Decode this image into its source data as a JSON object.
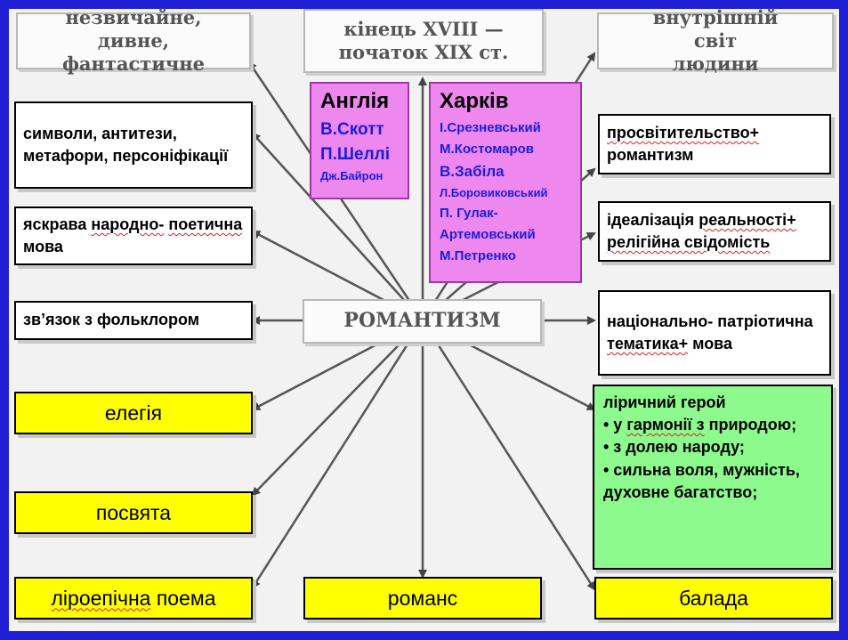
{
  "top": {
    "left": "незвичайне, дивне, фантастичне",
    "center": "кінець XVIII — початок XIX ст.",
    "right": "внутрішній світ людини"
  },
  "center": "РОМАНТИЗМ",
  "england": {
    "title": "Англія",
    "names": [
      "В.Скотт",
      "П.Шеллі",
      "Дж.Байрон"
    ]
  },
  "kharkiv": {
    "title": "Харків",
    "names": [
      "І.Срезневський",
      "М.Костомаров",
      "В.Забіла",
      "Л.Боровиковський",
      "П. Гулак-",
      "Артемовський",
      "М.Петренко"
    ]
  },
  "left": {
    "symbols": "символи, антитези, метафори, персоніфікації",
    "language_1": "яскрава",
    "language_2": "народно-",
    "language_3": "поетична",
    "language_4": "мова",
    "folklore": "зв’язок з фольклором"
  },
  "right": {
    "enl_1": "просвітительство+",
    "enl_2": "романтизм",
    "ideal_1": "ідеалізація",
    "ideal_2": "реальності+",
    "ideal_3": "релігійна свідомість",
    "nat_1": "національно-",
    "nat_2": "патріотична",
    "nat_3": "тематика+",
    "nat_4": "мова"
  },
  "hero": {
    "title": "ліричний герой",
    "item1_a": "• у",
    "item1_b": "гармонії з",
    "item1_c": "природою;",
    "item2": "• з долею народу;",
    "item3": "• сильна воля, мужність, духовне багатство;"
  },
  "genres": {
    "elegy": "елегія",
    "dedication": "посвята",
    "poem_1": "ліроепічна",
    "poem_2": "поема",
    "romance": "романс",
    "ballad": "балада"
  },
  "colors": {
    "frame": "#1f1fd6",
    "yellow": "#ffff00",
    "pink": "#ee88ee",
    "green": "#8cfa8c",
    "names_blue": "#1c1ce0"
  }
}
